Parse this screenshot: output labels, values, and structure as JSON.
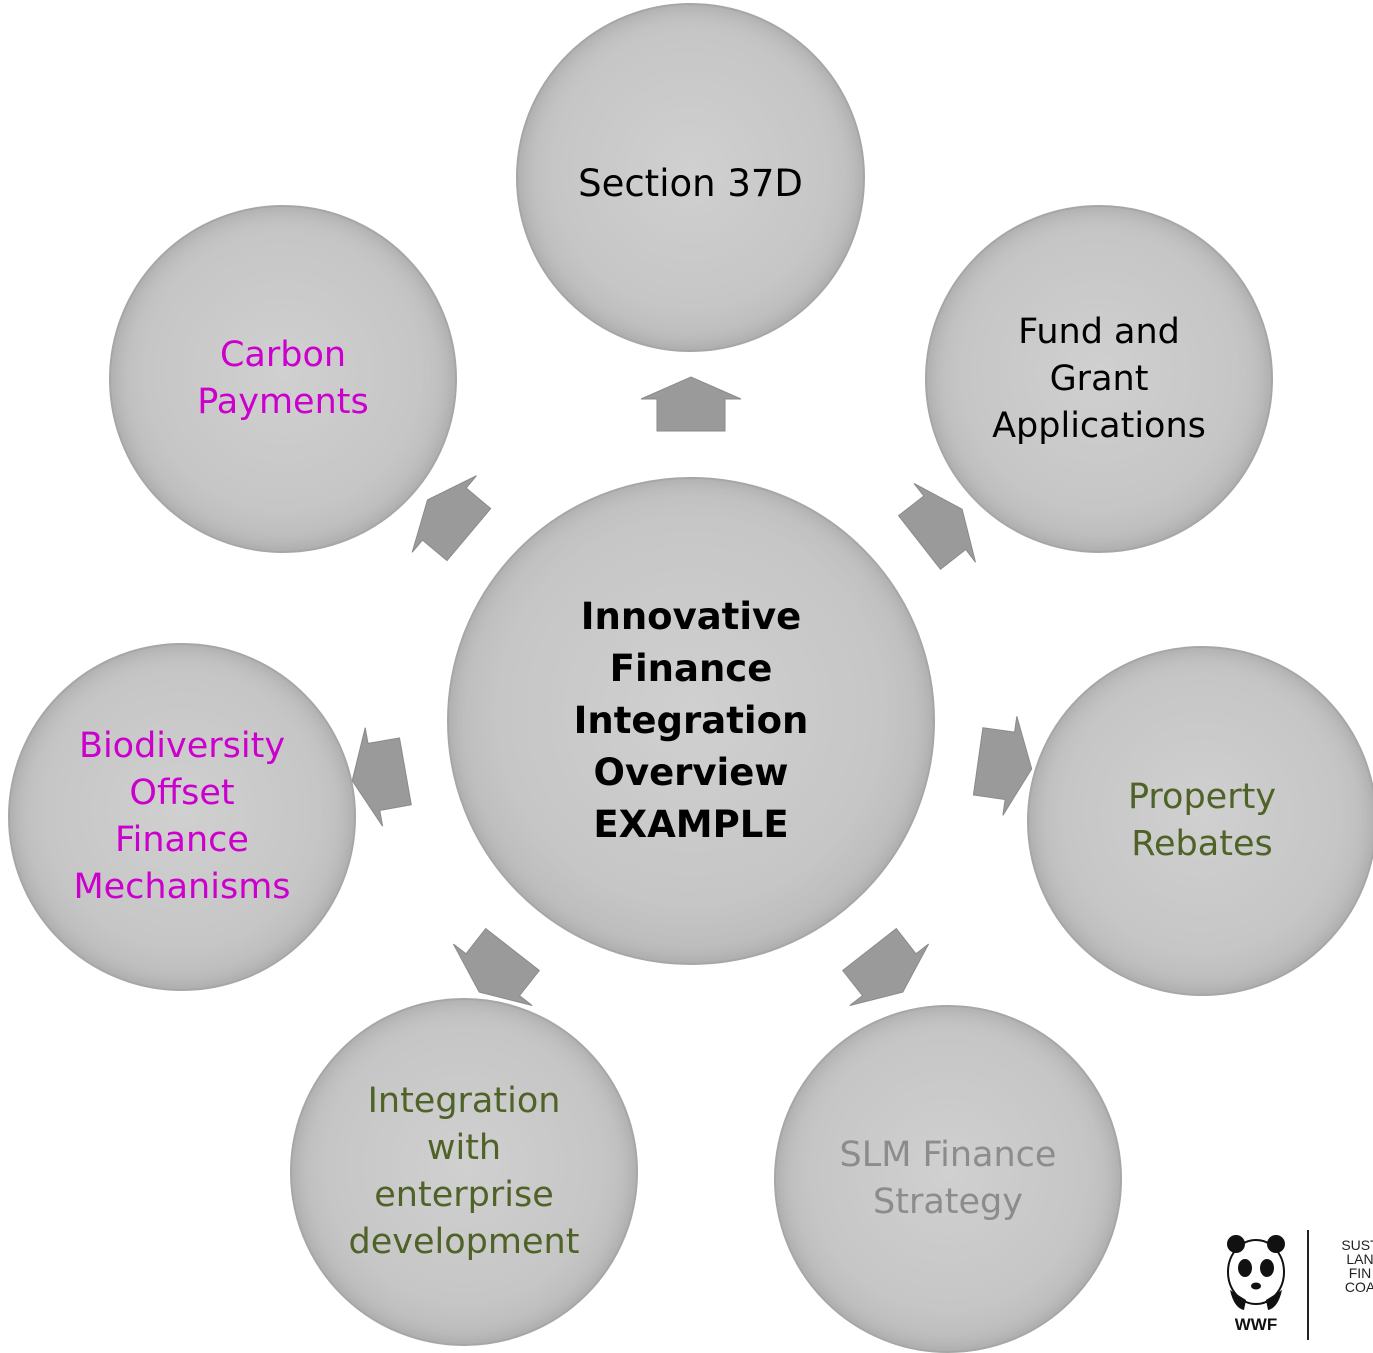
{
  "nodes": {
    "center": {
      "lines": [
        "Innovative",
        "Finance",
        "Integration",
        "Overview",
        "EXAMPLE"
      ],
      "color": "#000000"
    },
    "section37d": {
      "lines": [
        "Section 37D"
      ],
      "color": "#000000"
    },
    "fund_grant": {
      "lines": [
        "Fund and",
        "Grant",
        "Applications"
      ],
      "color": "#000000"
    },
    "property_rebates": {
      "lines": [
        "Property",
        "Rebates"
      ],
      "color": "#4f6228"
    },
    "slm_finance": {
      "lines": [
        "SLM Finance",
        "Strategy"
      ],
      "color": "#8c8c8c"
    },
    "enterprise": {
      "lines": [
        "Integration",
        "with",
        "enterprise",
        "development"
      ],
      "color": "#4f6228"
    },
    "biodiversity": {
      "lines": [
        "Biodiversity",
        "Offset",
        "Finance",
        "Mechanisms"
      ],
      "color": "#cc00cc"
    },
    "carbon": {
      "lines": [
        "Carbon",
        "Payments"
      ],
      "color": "#cc00cc"
    }
  },
  "logo": {
    "brand": "WWF",
    "text_lines": [
      "SUST",
      "LAN",
      "FIN",
      "COA"
    ]
  },
  "colors": {
    "circle_fill": "#c8c8c8",
    "arrow_fill": "#9a9a9a"
  }
}
